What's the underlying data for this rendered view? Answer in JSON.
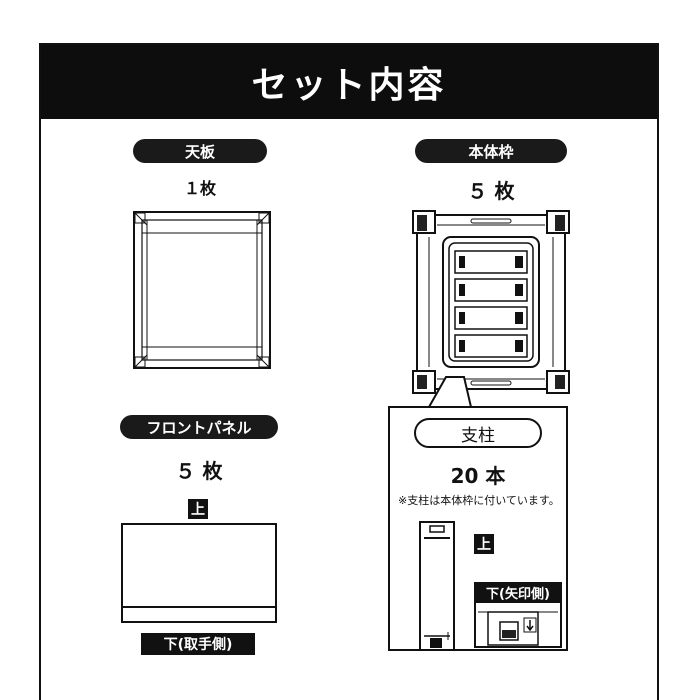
{
  "header": {
    "title": "セット内容"
  },
  "items": {
    "top_board": {
      "label": "天板",
      "quantity": "１枚"
    },
    "body_frame": {
      "label": "本体枠",
      "quantity": "５ 枚"
    },
    "front_panel": {
      "label": "フロントパネル",
      "quantity": "５ 枚",
      "top_mark": "上",
      "bottom_label": "下(取手側)"
    },
    "pillar": {
      "label": "支柱",
      "quantity": "20 本",
      "note": "※支柱は本体枠に付いています。",
      "top_mark": "上",
      "bottom_label": "下(矢印側)"
    }
  }
}
